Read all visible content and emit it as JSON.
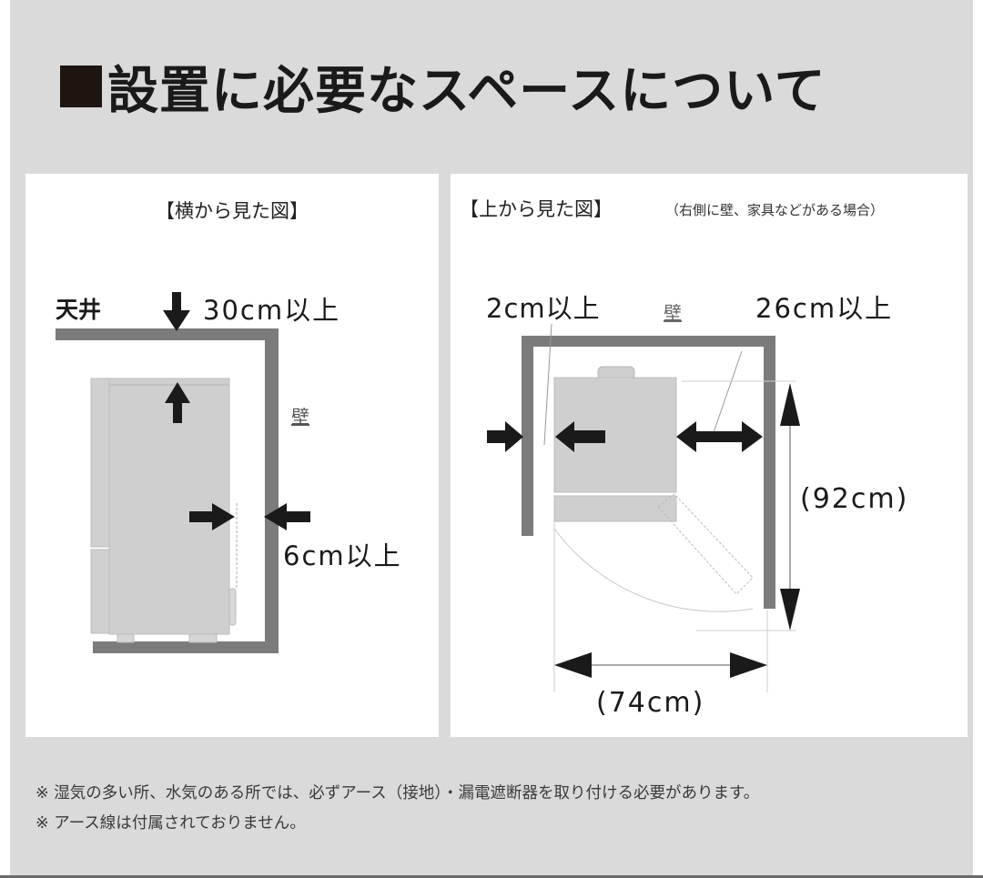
{
  "title": {
    "bullet_icon": "black-square",
    "text": "設置に必要なスペースについて"
  },
  "side_view": {
    "heading": "【横から見た図】",
    "ceiling_label": "天井",
    "top_clearance": "30cm以上",
    "wall_label": "壁",
    "rear_clearance": "6cm以上"
  },
  "top_view": {
    "heading": "【上から見た図】",
    "heading_note": "（右側に壁、家具などがある場合）",
    "left_clearance": "2cm以上",
    "wall_label": "壁",
    "right_clearance": "26cm以上",
    "depth_dimension": "(92cm)",
    "width_dimension": "(74cm)"
  },
  "notes": [
    "※ 湿気の多い所、水気のある所では、必ずアース（接地）・漏電遮断器を取り付ける必要があります。",
    "※ アース線は付属されておりません。"
  ],
  "colors": {
    "page_bg": "#dbdada",
    "panel_bg": "#ffffff",
    "wall": "#7b7b7b",
    "fridge": "#cfcfcf",
    "arrow": "#1a1a1a"
  }
}
